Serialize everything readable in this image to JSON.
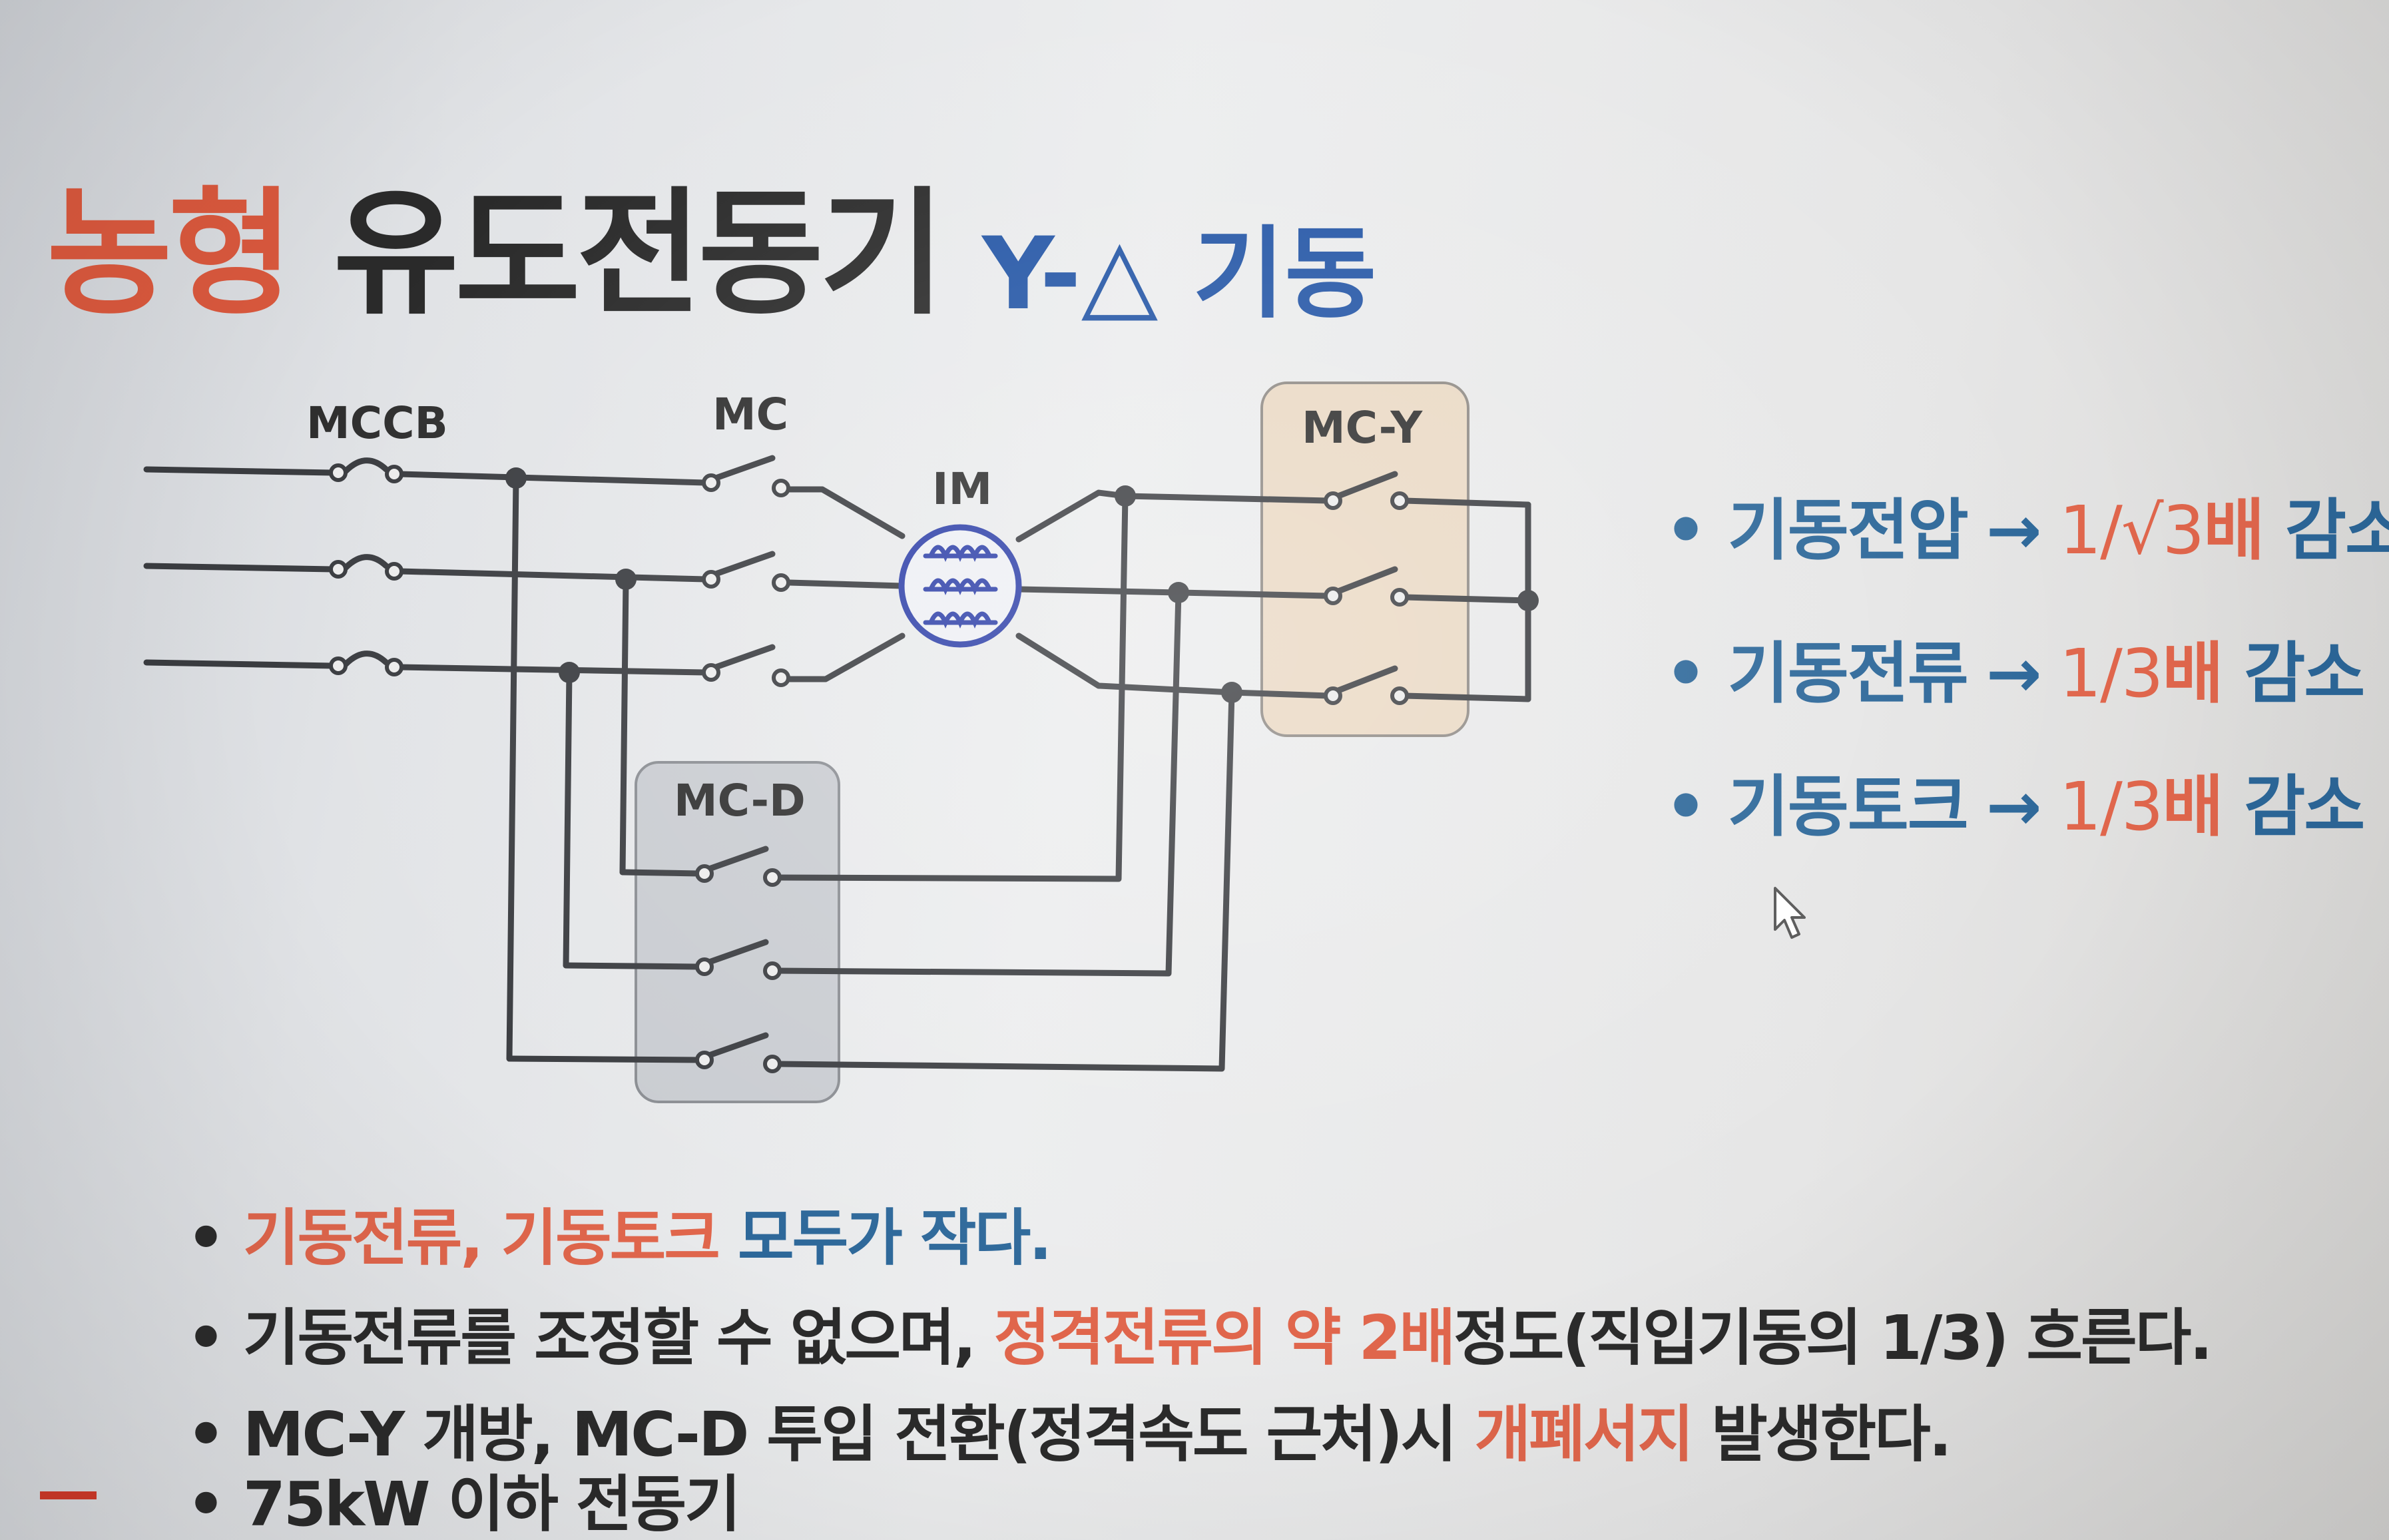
{
  "title": {
    "part1": "농형",
    "part2": "유도전동기"
  },
  "subtitle": "Y-△ 기동",
  "diagram": {
    "labels": {
      "mccb": "MCCB",
      "mc": "MC",
      "im": "IM",
      "mc_y": "MC-Y",
      "mc_d": "MC-D"
    }
  },
  "right_list": [
    {
      "item": "기동전압",
      "ratio": "1/√3",
      "bae": "배",
      "gamso": "감소"
    },
    {
      "item": "기동전류",
      "ratio": "1/3",
      "bae": "배",
      "gamso": "감소"
    },
    {
      "item": "기동토크",
      "ratio": "1/3",
      "bae": "배",
      "gamso": "감소"
    }
  ],
  "bullets": {
    "b1": {
      "a": "기동전류, 기동토크",
      "b": " 모두가 작다."
    },
    "b2": {
      "a": "기동전류를 조정할 수 없으며, ",
      "b": "정격전류의 약 2배",
      "c": "정도(직입기동의 1/3) 흐른다."
    },
    "b3": {
      "a": "MC-Y 개방, MC-D 투입 전환(정격속도 근처)시 ",
      "b": "개폐서지",
      "c": " 발생한다."
    },
    "b4": {
      "a": "75kW 이하 전동기"
    }
  },
  "bullet_symbol": "•",
  "arrow_symbol": "→",
  "colors": {
    "title_orange": "#d9583d",
    "subtitle_blue": "#2456a6",
    "text_blue": "#2c6799",
    "text_orange": "#e0664c",
    "wire": "#3a3c40",
    "motor_blue": "#2d3fa8",
    "mc_y_box": "#ead9c4",
    "mc_d_box": "#c9ccd1"
  }
}
